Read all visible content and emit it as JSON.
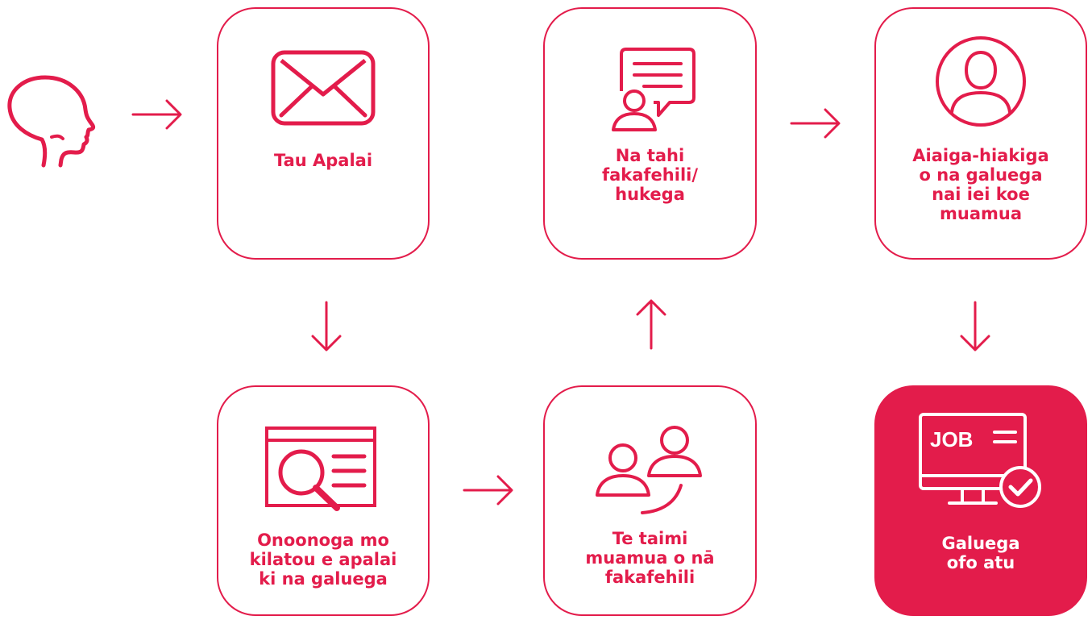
{
  "accent_color": "#e31c4b",
  "start_icon": "person-head-icon",
  "steps": [
    {
      "label": "Tau Apalai",
      "icon": "envelope-icon"
    },
    {
      "label": "Onoonoga mo\nkilatou e apalai\nki na galuega",
      "icon": "search-document-icon"
    },
    {
      "label": "Te taimi\nmuamua o nā\nfakafehili",
      "icon": "interview-people-icon"
    },
    {
      "label": "Na tahi\nfakafehili/\nhukega",
      "icon": "chat-interview-icon"
    },
    {
      "label": "Aiaiga-hiakiga\no na galuega\nnai iei koe\nmuamua",
      "icon": "user-profile-icon"
    },
    {
      "label": "Galuega\nofo atu",
      "icon": "job-monitor-icon",
      "monitor_text": "JOB"
    }
  ]
}
